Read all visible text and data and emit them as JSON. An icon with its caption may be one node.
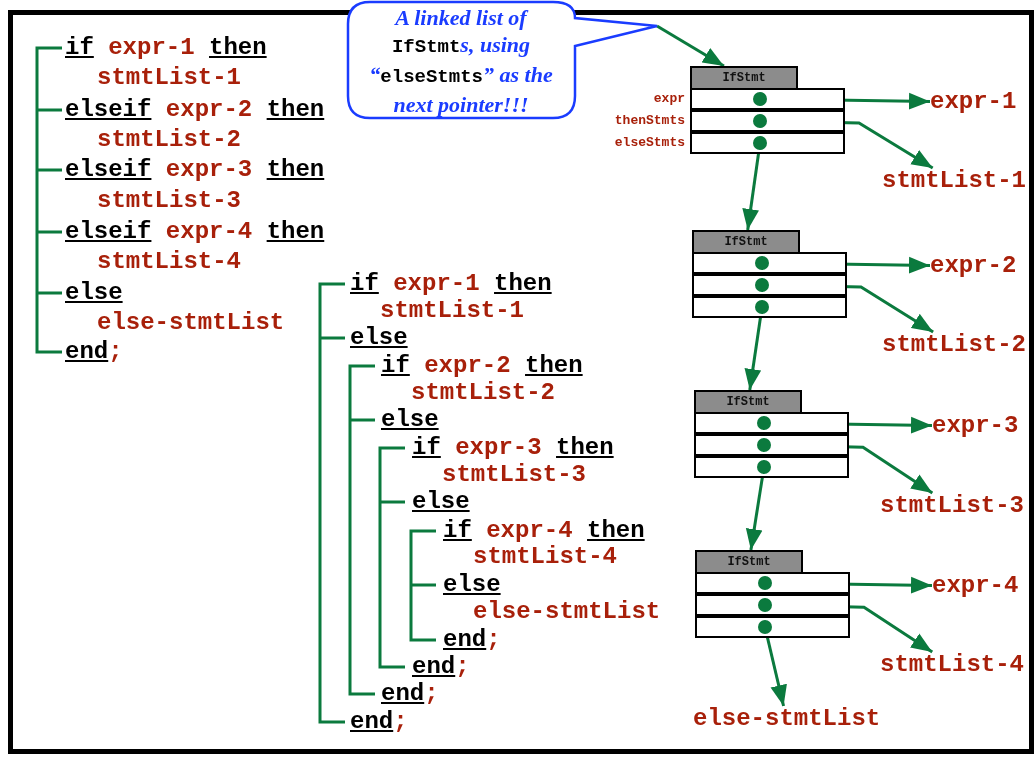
{
  "diagram": {
    "nodes": [
      {
        "text": [
          "A linked list of **IfStmt**s, using “**elseStmts**” as the next pointer!!!"
        ]
      },
      {
        "text": [
          "IfStmt"
        ]
      },
      {
        "text": [],
        "shape": "box",
        "beside": [
          "expr"
        ]
      },
      {
        "text": [],
        "shape": "box",
        "beside": [
          "thenStmts"
        ]
      },
      {
        "text": [],
        "shape": "box",
        "beside": [
          "elseStmts"
        ]
      },
      {
        "text": [
          "expr-1"
        ]
      },
      {
        "text": [
          "stmtList-1"
        ]
      },
      {
        "text": [
          "IfStmt"
        ]
      },
      {
        "text": [],
        "shape": "box"
      },
      {
        "text": [],
        "shape": "box"
      },
      {
        "text": [],
        "shape": "box"
      },
      {
        "text": [
          "expr-2"
        ]
      },
      {
        "text": [
          "stmtList-2"
        ]
      },
      {
        "text": [
          "IfStmt"
        ]
      },
      {
        "text": [],
        "shape": "box"
      },
      {
        "text": [],
        "shape": "box"
      },
      {
        "text": [],
        "shape": "box"
      },
      {
        "text": [
          "expr-3"
        ]
      },
      {
        "text": [
          "stmtList-3"
        ]
      },
      {
        "text": [
          "IfStmt"
        ]
      },
      {
        "text": [],
        "shape": "box"
      },
      {
        "text": [],
        "shape": "box"
      },
      {
        "text": [],
        "shape": "box"
      },
      {
        "text": [
          "expr-4"
        ]
      },
      {
        "text": [
          "stmtList-4"
        ]
      },
      {
        "text": [
          "else-stmtList"
        ]
      }
    ],
    "edges": [
      {
        "from": 0,
        "to": 1,
        "arrow": "to"
      },
      {
        "from": 2,
        "to": 5,
        "arrow": "to"
      },
      {
        "from": 3,
        "to": 6,
        "arrow": "to"
      },
      {
        "from": 4,
        "to": 7,
        "arrow": "to"
      },
      {
        "from": 8,
        "to": 11,
        "arrow": "to"
      },
      {
        "from": 9,
        "to": 12,
        "arrow": "to"
      },
      {
        "from": 10,
        "to": 13,
        "arrow": "to"
      },
      {
        "from": 14,
        "to": 17,
        "arrow": "to"
      },
      {
        "from": 15,
        "to": 18,
        "arrow": "to"
      },
      {
        "from": 16,
        "to": 19,
        "arrow": "to"
      },
      {
        "from": 20,
        "to": 23,
        "arrow": "to"
      },
      {
        "from": 21,
        "to": 24,
        "arrow": "to"
      },
      {
        "from": 22,
        "to": 25,
        "arrow": "to"
      }
    ],
    "labels": [
      "**if** expr-1 **then**",
      "stmtList-1",
      "**elseif** expr-2 **then**",
      "stmtList-2",
      "**elseif** expr-3 **then**",
      "stmtList-3",
      "**elseif** expr-4 **then**",
      "stmtList-4",
      "**else**",
      "else-stmtList",
      "**end**;",
      "**if** expr-1 **then**",
      "stmtList-1",
      "**else**",
      "**if** expr-2 **then**",
      "stmtList-2",
      "**else**",
      "**if** expr-3 **then**",
      "stmtList-3",
      "**else**",
      "**if** expr-4 **then**",
      "stmtList-4",
      "**else**",
      "else-stmtList",
      "**end**;",
      "**end**;",
      "**end**;",
      "**end**;"
    ]
  }
}
